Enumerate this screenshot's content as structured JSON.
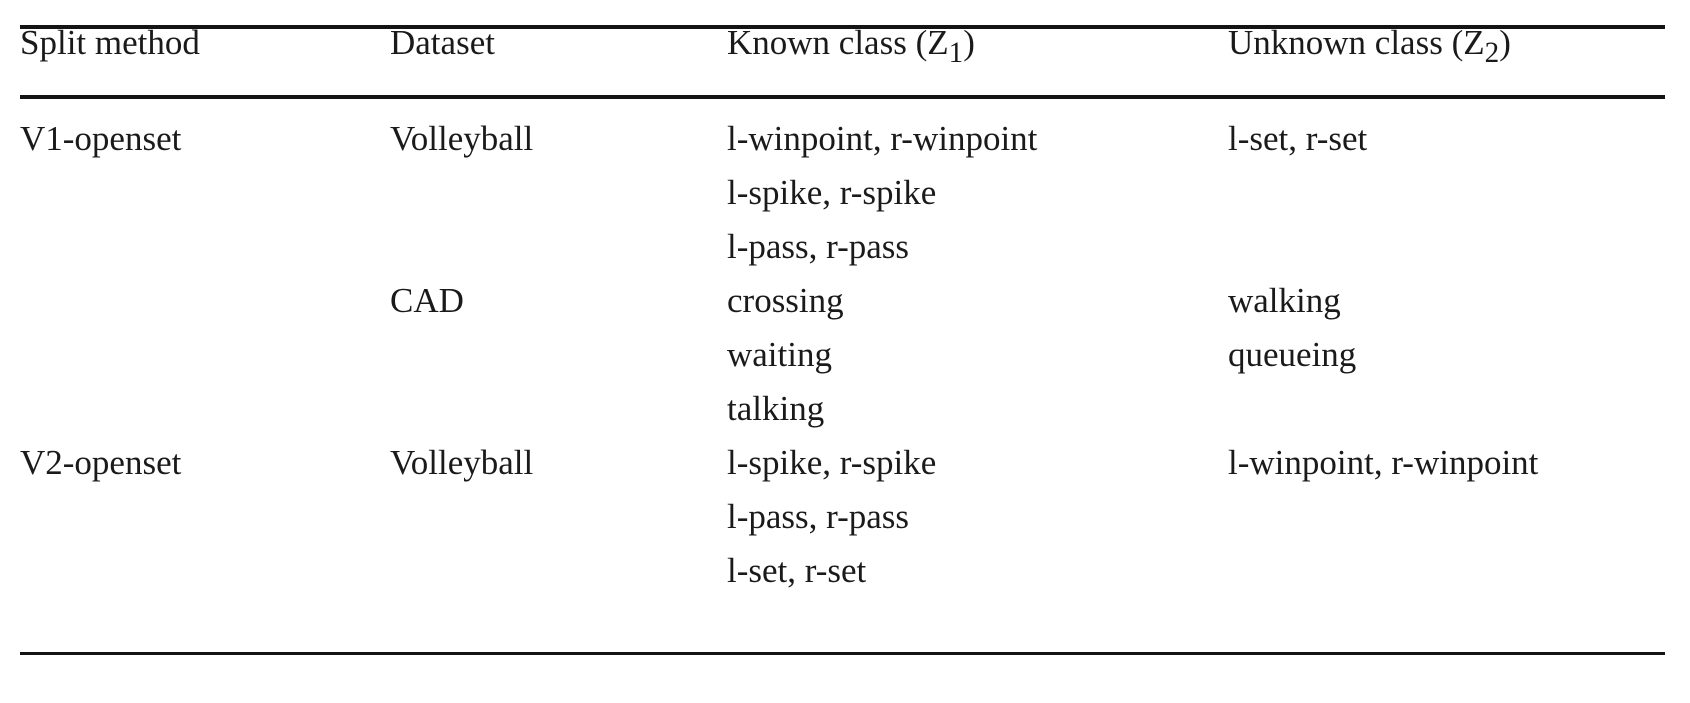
{
  "table": {
    "columns": [
      {
        "key": "split_method",
        "label": "Split method"
      },
      {
        "key": "dataset",
        "label": "Dataset"
      },
      {
        "key": "known_class",
        "label": "Known class",
        "symbol": "Z",
        "subscript": "1"
      },
      {
        "key": "unknown_class",
        "label": "Unknown class",
        "symbol": "Z",
        "subscript": "2"
      }
    ],
    "rows": [
      {
        "split_method": "V1-openset",
        "dataset": "Volleyball",
        "known_class": "l-winpoint, r-winpoint",
        "unknown_class": "l-set, r-set"
      },
      {
        "split_method": "",
        "dataset": "",
        "known_class": "l-spike, r-spike",
        "unknown_class": ""
      },
      {
        "split_method": "",
        "dataset": "",
        "known_class": "l-pass, r-pass",
        "unknown_class": ""
      },
      {
        "split_method": "",
        "dataset": "CAD",
        "known_class": "crossing",
        "unknown_class": "walking"
      },
      {
        "split_method": "",
        "dataset": "",
        "known_class": "waiting",
        "unknown_class": "queueing"
      },
      {
        "split_method": "",
        "dataset": "",
        "known_class": "talking",
        "unknown_class": ""
      },
      {
        "split_method": "V2-openset",
        "dataset": "Volleyball",
        "known_class": "l-spike, r-spike",
        "unknown_class": "l-winpoint, r-winpoint"
      },
      {
        "split_method": "",
        "dataset": "",
        "known_class": "l-pass, r-pass",
        "unknown_class": ""
      },
      {
        "split_method": "",
        "dataset": "",
        "known_class": "l-set, r-set",
        "unknown_class": ""
      }
    ]
  },
  "style": {
    "rule_color": "#141414",
    "text_color": "#1a1a1a",
    "background": "#ffffff"
  }
}
